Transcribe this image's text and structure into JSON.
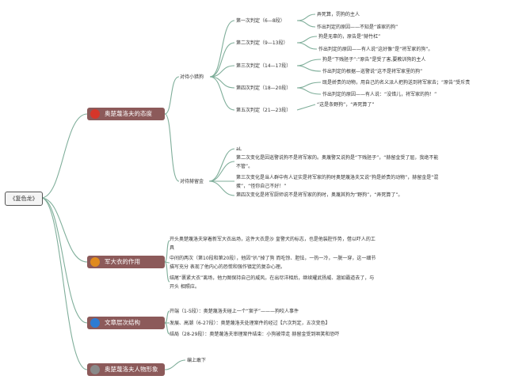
{
  "root": "《复色龙》",
  "branches": [
    {
      "label": "奥楚蔑洛夫的态度",
      "icon_color": "#d6362a",
      "subtopics": [
        {
          "label": "对待小猎狗",
          "judgments": [
            {
              "label": "第一次判定（6—8段）",
              "details": [
                "弄死算，罚狗的主人",
                "作出判定的原因——不知是“谁家的狗”"
              ]
            },
            {
              "label": "第二次判定（9—13段）",
              "details": [
                "狗是无辜的，原告是“赫竹杠”",
                "作出判定的原因——有人说“这好像”是“将军家的狗”。"
              ]
            },
            {
              "label": "第三次判定（14—17段）",
              "details": [
                "狗是“下贱胚子”:“原告”是受了害,要教训狗的主人",
                "作出判定的根据—巡警说“这不是将军家里的狗”"
              ]
            },
            {
              "label": "第四次判定（18—20段）",
              "details": [
                "既是娇贵的动物，用自己的名义派人把狗送到将军家去；“原告”受斥责",
                "作出判定的原因——有人说：“没错儿，将军家的狗！”"
              ]
            },
            {
              "label": "第五次判定（21—23段）",
              "details": [
                "“这是条野狗”，“弄死算了”"
              ]
            }
          ]
        },
        {
          "label": "对待赫留金",
          "notes": [
            "aL",
            "第二次变化是因巡警说狗不是将军家的。奥蔑警又说狗是“下贱胚子”，“赫留金受了屈，我绝不能不管”。",
            "第三次变化是当人群中有人证实是将军家的狗时奥楚蔑洛夫又说“狗是娇贵的动物”，赫留金是“混蛋”，“怪你自己不好！”",
            "第四次变化是将军厨师说不是将军家的狗时，奥蔑其狗为“野狗”，“弄死算了”。"
          ]
        }
      ]
    },
    {
      "label": "军大衣的作用",
      "icon_color": "#e08a1e",
      "paragraphs": [
        "开头奥楚蔑洛夫穿着新军大衣出场，这件大衣是沙 皇警犬的标志，也是他装腔作势，借以吓人的工具",
        "中间的两次（第10段和第20段），他因“扒”掉了狗 而吃惊、胆怯，一热一冷，一脱一穿，这一细节描写充分 表现了他内心的恐慌和强作镇定的复杂心理。",
        "结尾“裹紧大衣”离场，他力图保持自己的威风，在出尽洋相后，继续耀武扬威、溜如霸道去了，与开头 相照应。"
      ]
    },
    {
      "label": "文章层次结构",
      "icon_color": "#2d7bd3",
      "items": [
        "开端（1-5段）：奥楚蔑洛夫碰上一个“案子”———狗咬人事件",
        "发展、高潮（6-27段）：奥楚蔑洛夫处理案件的经过【六次判定，五次变色】",
        "结局（28-29段）：奥楚蔑洛夫审理案件结束：小狗被带走 赫留金受到哄笑和恐吓"
      ]
    },
    {
      "label": "奥楚蔑洛夫人物形象",
      "icon_color": "#8a8a8a",
      "items": [
        "编上敢下"
      ]
    }
  ]
}
